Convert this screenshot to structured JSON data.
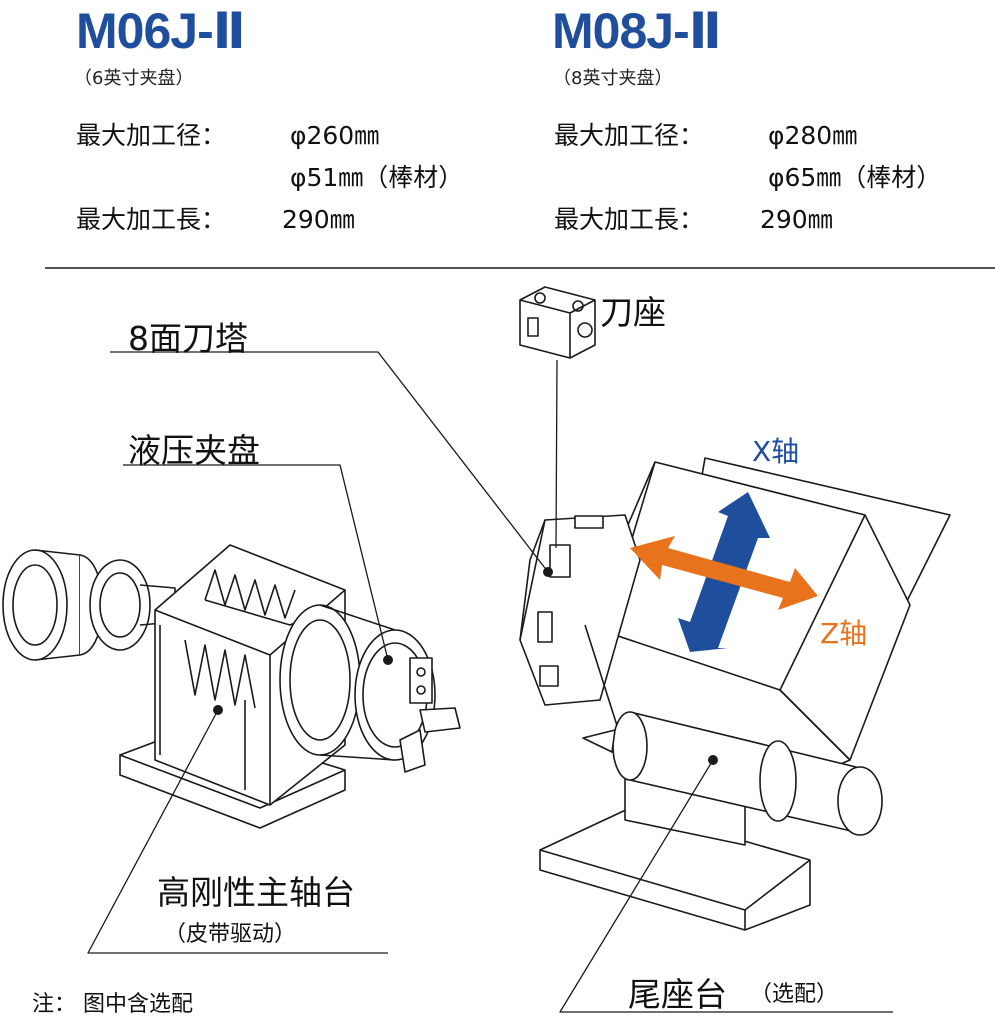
{
  "models": [
    {
      "name": "M06J-Ⅱ",
      "chuck_note": "（6英寸夹盘）",
      "max_diameter_label": "最大加工径：",
      "max_diameter_value": "φ260㎜",
      "bar_diameter_value": "φ51㎜（棒材）",
      "max_length_label": "最大加工長：",
      "max_length_value": "290㎜"
    },
    {
      "name": "M08J-Ⅱ",
      "chuck_note": "（8英寸夹盘）",
      "max_diameter_label": "最大加工径：",
      "max_diameter_value": "φ280㎜",
      "bar_diameter_value": "φ65㎜（棒材）",
      "max_length_label": "最大加工長：",
      "max_length_value": "290㎜"
    }
  ],
  "labels": {
    "tool_holder": "刀座",
    "turret": "8面刀塔",
    "hydraulic_chuck": "液压夹盘",
    "x_axis": "X轴",
    "z_axis": "Z轴",
    "spindle": "高刚性主轴台",
    "spindle_note": "（皮带驱动）",
    "tailstock": "尾座台",
    "tailstock_note": "（选配）"
  },
  "note": "注：  图中含选配",
  "colors": {
    "title_blue": "#1f4e9c",
    "x_arrow": "#1f4e9c",
    "z_arrow": "#e8731c"
  }
}
